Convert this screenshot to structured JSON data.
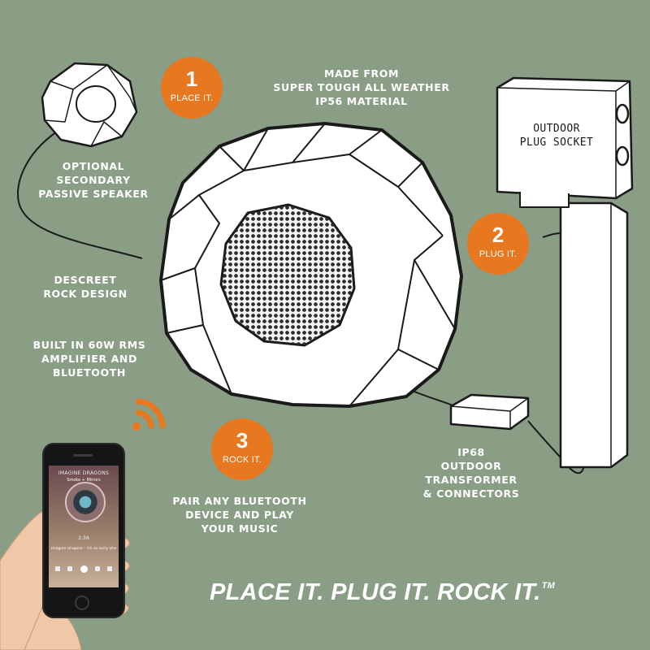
{
  "colors": {
    "background": "#8a9e86",
    "accent": "#e7781f",
    "line": "#1a1a1a",
    "label": "#ffffff"
  },
  "badges": [
    {
      "num": "1",
      "text": "PLACE IT."
    },
    {
      "num": "2",
      "text": "PLUG IT."
    },
    {
      "num": "3",
      "text": "ROCK IT."
    }
  ],
  "labels": {
    "material": "MADE FROM\nSUPER TOUGH ALL WEATHER\nIP56 MATERIAL",
    "secondary": "OPTIONAL\nSECONDARY\nPASSIVE SPEAKER",
    "rock_design": "DESCREET\nROCK DESIGN",
    "amplifier": "BUILT IN 60W RMS\nAMPLIFIER AND\nBLUETOOTH",
    "socket": "OUTDOOR\nPLUG SOCKET",
    "transformer": "IP68\nOUTDOOR\nTRANSFORMER\n& CONNECTORS",
    "pair": "PAIR ANY BLUETOOTH\nDEVICE AND PLAY\nYOUR MUSIC"
  },
  "tagline": {
    "text": "PLACE IT. PLUG IT. ROCK IT.",
    "mark": "TM"
  },
  "phone": {
    "artist": "IMAGINE DRAGONS",
    "album": "Smoke + Mirrors",
    "time": "2:34",
    "track": "Imagine Dragons – I'm so sorry (the end)"
  },
  "icons": [
    "secondary-rock-speaker-icon",
    "main-rock-speaker-icon",
    "outdoor-socket-icon",
    "transformer-icon",
    "wifi-signal-icon",
    "smartphone-icon",
    "hand-icon"
  ]
}
